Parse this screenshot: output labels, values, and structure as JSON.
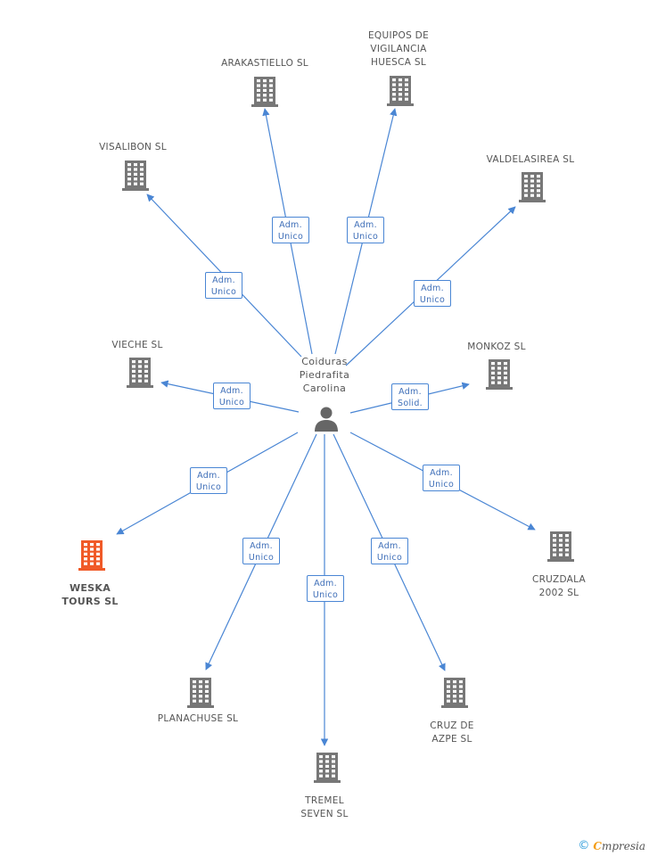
{
  "center": {
    "name": "Coiduras\nPiedrafita\nCarolina",
    "icon": "person-icon",
    "color": "#666666"
  },
  "colors": {
    "edge": "#4a86d4",
    "node": "#777777",
    "highlight": "#f05a28"
  },
  "nodes": [
    {
      "id": "arakastiello",
      "label": "ARAKASTIELLO SL",
      "role": "Adm.\nUnico",
      "highlight": false
    },
    {
      "id": "equipos",
      "label": "EQUIPOS DE\nVIGILANCIA\nHUESCA SL",
      "role": "Adm.\nUnico",
      "highlight": false
    },
    {
      "id": "visalibon",
      "label": "VISALIBON SL",
      "role": "Adm.\nUnico",
      "highlight": false
    },
    {
      "id": "valdelasirea",
      "label": "VALDELASIREA SL",
      "role": "Adm.\nUnico",
      "highlight": false
    },
    {
      "id": "vieche",
      "label": "VIECHE SL",
      "role": "Adm.\nUnico",
      "highlight": false
    },
    {
      "id": "monkoz",
      "label": "MONKOZ SL",
      "role": "Adm.\nSolid.",
      "highlight": false
    },
    {
      "id": "weska",
      "label": "WESKA\nTOURS SL",
      "role": "Adm.\nUnico",
      "highlight": true
    },
    {
      "id": "cruzdala",
      "label": "CRUZDALA\n2002 SL",
      "role": "Adm.\nUnico",
      "highlight": false
    },
    {
      "id": "planachuse",
      "label": "PLANACHUSE SL",
      "role": "Adm.\nUnico",
      "highlight": false
    },
    {
      "id": "cruzdeazpe",
      "label": "CRUZ DE\nAZPE SL",
      "role": "Adm.\nUnico",
      "highlight": false
    },
    {
      "id": "tremel",
      "label": "TREMEL\nSEVEN  SL",
      "role": "Adm.\nUnico",
      "highlight": false
    }
  ],
  "footer": {
    "copyright": "©",
    "brand_first": "C",
    "brand_rest": "mpresia"
  }
}
